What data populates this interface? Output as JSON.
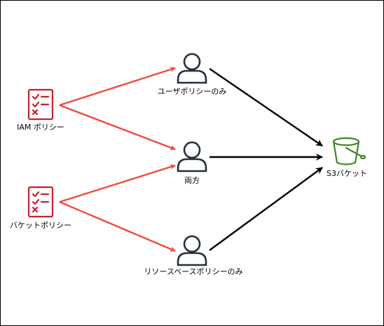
{
  "policies": {
    "iam": {
      "label": "IAM ポリシー",
      "icon": "checklist-icon"
    },
    "bucket": {
      "label": "バケットポリシー",
      "icon": "checklist-icon"
    }
  },
  "principals": {
    "user_only": {
      "label": "ユーザポリシーのみ",
      "icon": "user-icon"
    },
    "both": {
      "label": "両方",
      "icon": "user-icon"
    },
    "resource_only": {
      "label": "リソースベースポリシーのみ",
      "icon": "user-icon"
    }
  },
  "target": {
    "label": "S3バケット",
    "icon": "s3-bucket-icon"
  },
  "colors": {
    "policy": "#C7212F",
    "policy_arrow": "#F04B3F",
    "access_arrow": "#000000",
    "bucket": "#3F8624",
    "user": "#232F3E"
  }
}
